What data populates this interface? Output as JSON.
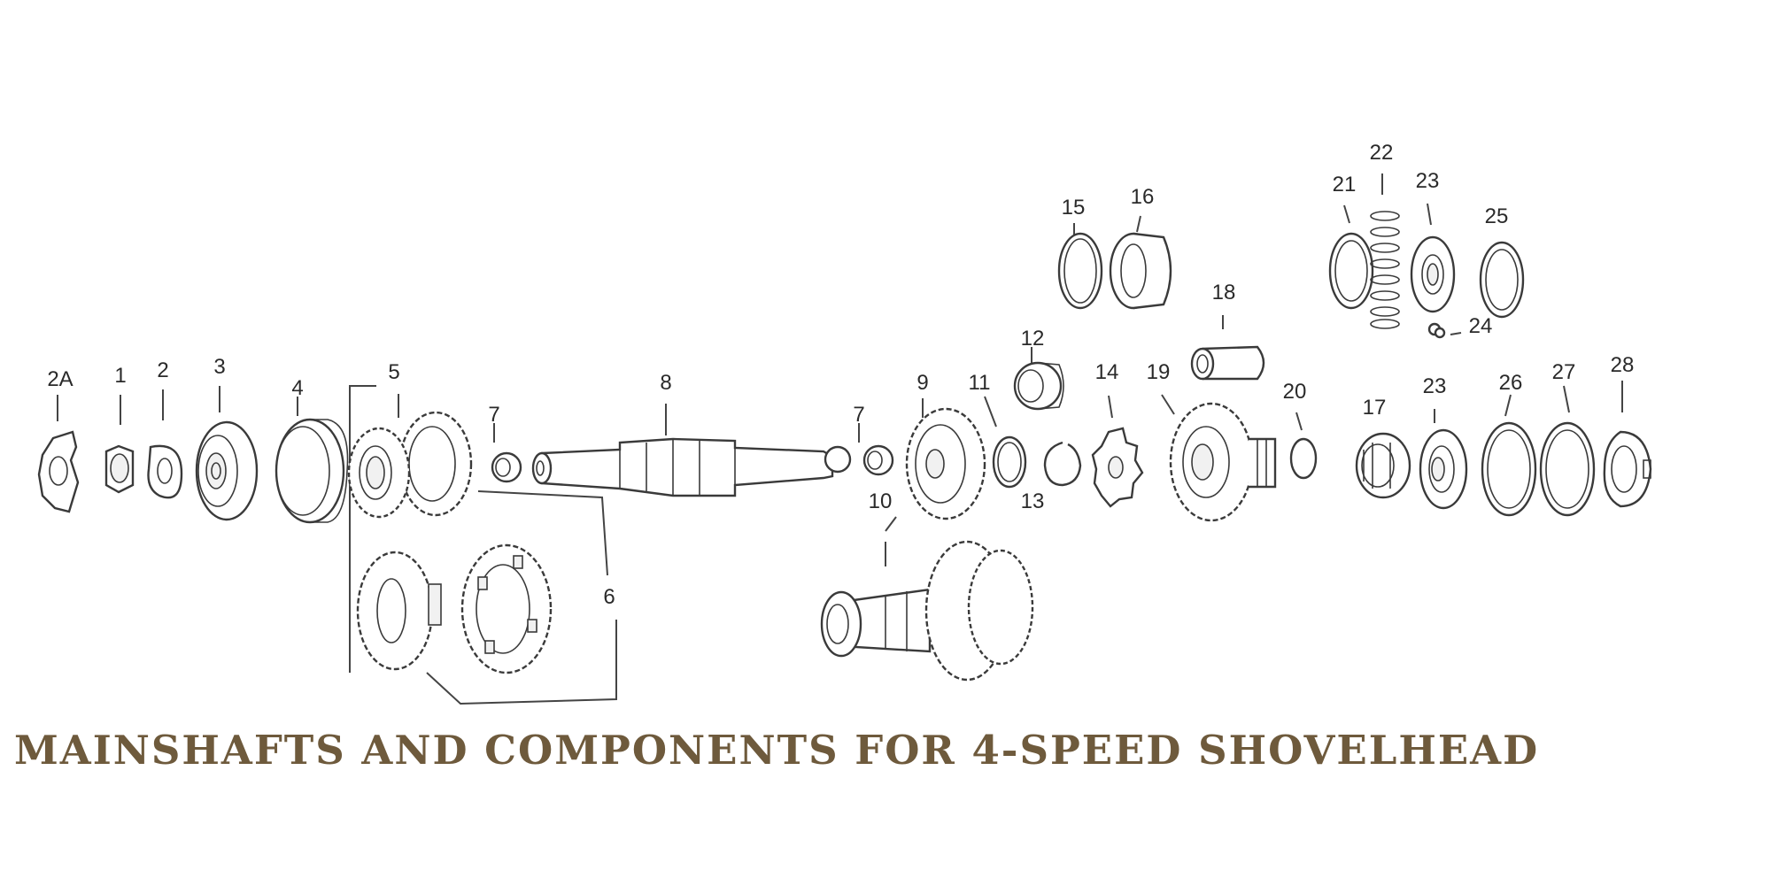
{
  "title": "MAINSHAFTS AND COMPONENTS FOR 4-SPEED SHOVELHEAD",
  "colors": {
    "title": "#6e5a3c",
    "line": "#3a3a3a",
    "background": "#ffffff"
  },
  "callouts": {
    "c2A": "2A",
    "c1": "1",
    "c2": "2",
    "c3": "3",
    "c4": "4",
    "c5": "5",
    "c6": "6",
    "c7a": "7",
    "c7b": "7",
    "c8": "8",
    "c9": "9",
    "c10": "10",
    "c11": "11",
    "c12": "12",
    "c13": "13",
    "c14": "14",
    "c15": "15",
    "c16": "16",
    "c17": "17",
    "c18": "18",
    "c19": "19",
    "c20": "20",
    "c21": "21",
    "c22": "22",
    "c23a": "23",
    "c23b": "23",
    "c24": "24",
    "c25": "25",
    "c26": "26",
    "c27": "27",
    "c28": "28"
  }
}
